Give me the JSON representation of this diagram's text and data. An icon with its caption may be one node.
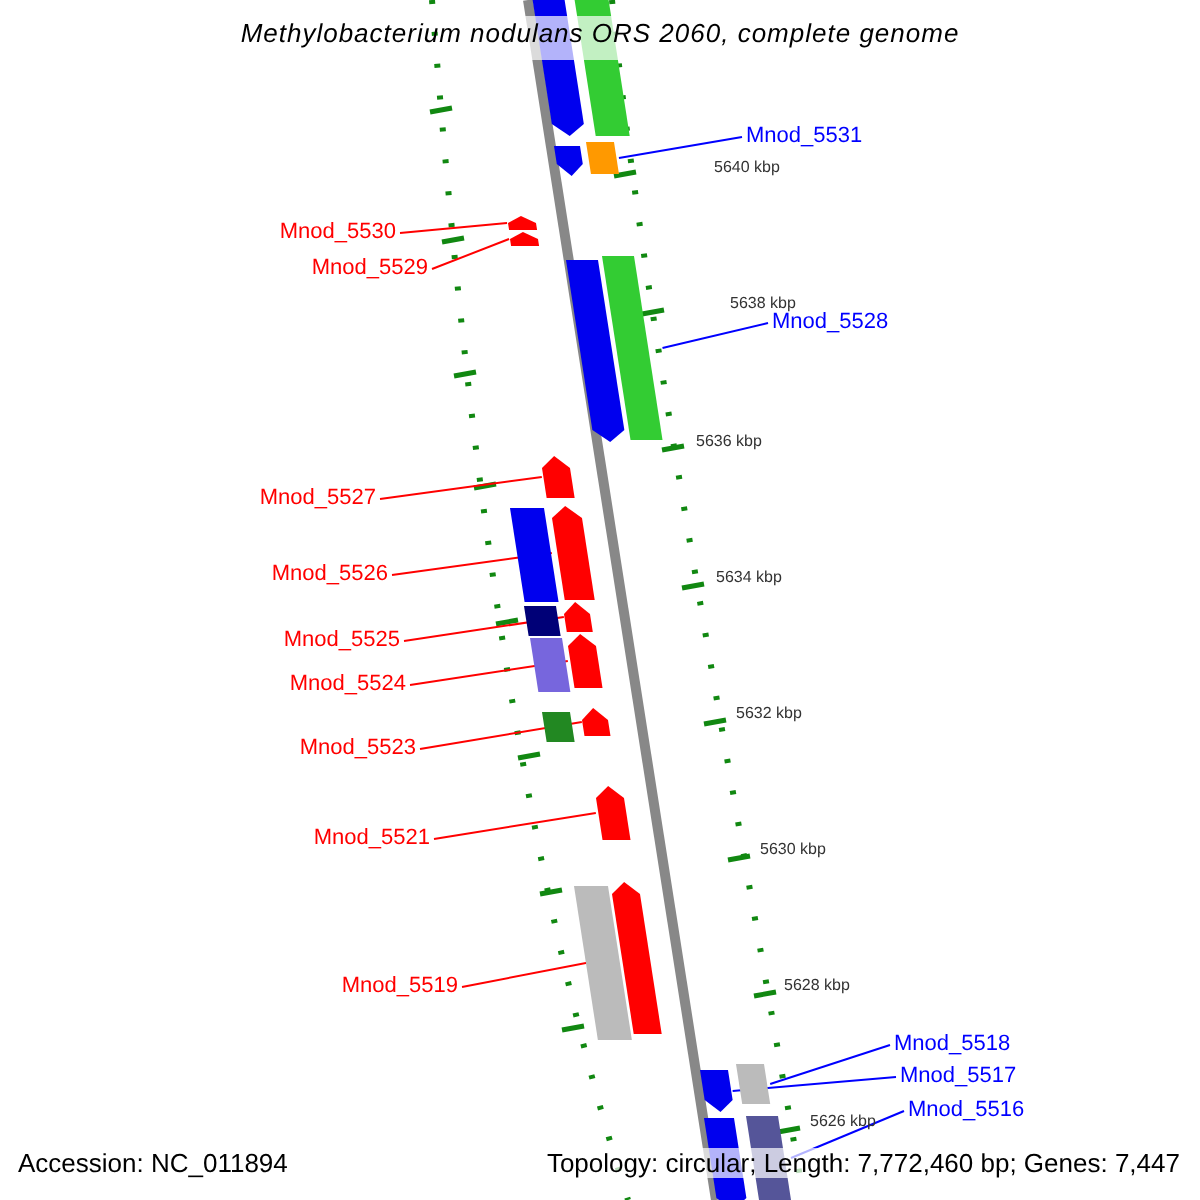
{
  "diagram": {
    "title": "Methylobacterium nodulans ORS 2060, complete genome",
    "nodes": [
      {
        "text": [
          "Mnod_5531"
        ]
      },
      {
        "text": [],
        "shape": "bar"
      },
      {
        "text": [
          "Mnod_5530"
        ]
      },
      {
        "text": [],
        "shape": "bar"
      },
      {
        "text": [
          "Mnod_5529"
        ]
      },
      {
        "text": [],
        "shape": "bar"
      },
      {
        "text": [
          "Mnod_5528"
        ]
      },
      {
        "text": [],
        "shape": "bar"
      },
      {
        "text": [
          "Mnod_5527"
        ]
      },
      {
        "text": [],
        "shape": "bar"
      },
      {
        "text": [
          "Mnod_5526"
        ]
      },
      {
        "text": [],
        "shape": "bar"
      },
      {
        "text": [
          "Mnod_5525"
        ]
      },
      {
        "text": [],
        "shape": "bar"
      },
      {
        "text": [
          "Mnod_5524"
        ]
      },
      {
        "text": [],
        "shape": "bar"
      },
      {
        "text": [
          "Mnod_5523"
        ]
      },
      {
        "text": [],
        "shape": "bar"
      },
      {
        "text": [
          "Mnod_5521"
        ]
      },
      {
        "text": [],
        "shape": "bar"
      },
      {
        "text": [
          "Mnod_5519"
        ]
      },
      {
        "text": [],
        "shape": "bar"
      },
      {
        "text": [
          "Mnod_5518"
        ]
      },
      {
        "text": [],
        "shape": "bar"
      },
      {
        "text": [
          "Mnod_5517"
        ]
      },
      {
        "text": [],
        "shape": "bar"
      },
      {
        "text": [
          "Mnod_5516"
        ]
      },
      {
        "text": [],
        "shape": "bar"
      },
      {
        "text": [],
        "shape": "bar"
      },
      {
        "text": [],
        "shape": "bar"
      },
      {
        "text": [],
        "shape": "bar"
      },
      {
        "text": [],
        "shape": "bar"
      },
      {
        "text": [],
        "shape": "bar"
      },
      {
        "text": [],
        "shape": "bar"
      },
      {
        "text": [],
        "shape": "bar"
      },
      {
        "text": [],
        "shape": "bar"
      },
      {
        "text": [],
        "shape": "bar"
      },
      {
        "text": [],
        "shape": "bar"
      }
    ],
    "edges": [
      {
        "from": 0,
        "to": 1,
        "arrow": "none",
        "color": "#0000ff"
      },
      {
        "from": 2,
        "to": 3,
        "arrow": "none"
      },
      {
        "from": 4,
        "to": 5,
        "arrow": "none"
      },
      {
        "from": 6,
        "to": 7,
        "arrow": "none",
        "color": "#0000ff"
      },
      {
        "from": 8,
        "to": 9,
        "arrow": "none"
      },
      {
        "from": 10,
        "to": 11,
        "arrow": "none"
      },
      {
        "from": 12,
        "to": 13,
        "arrow": "none"
      },
      {
        "from": 14,
        "to": 15,
        "arrow": "none"
      },
      {
        "from": 16,
        "to": 17,
        "arrow": "none"
      },
      {
        "from": 18,
        "to": 19,
        "arrow": "none"
      },
      {
        "from": 20,
        "to": 21,
        "arrow": "none"
      },
      {
        "from": 22,
        "to": 23,
        "arrow": "none",
        "color": "#0000ff"
      },
      {
        "from": 24,
        "to": 25,
        "arrow": "none",
        "color": "#0000ff"
      },
      {
        "from": 26,
        "to": 27,
        "arrow": "none",
        "color": "#0000ff"
      }
    ],
    "labels": [
      "5640 kbp",
      "5638 kbp",
      "5636 kbp",
      "5634 kbp",
      "5632 kbp",
      "5630 kbp",
      "5628 kbp",
      "5626 kbp",
      "Accession: NC_011894",
      "Topology: circular; Length: 7,772,460 bp; Genes: 7,447"
    ]
  }
}
